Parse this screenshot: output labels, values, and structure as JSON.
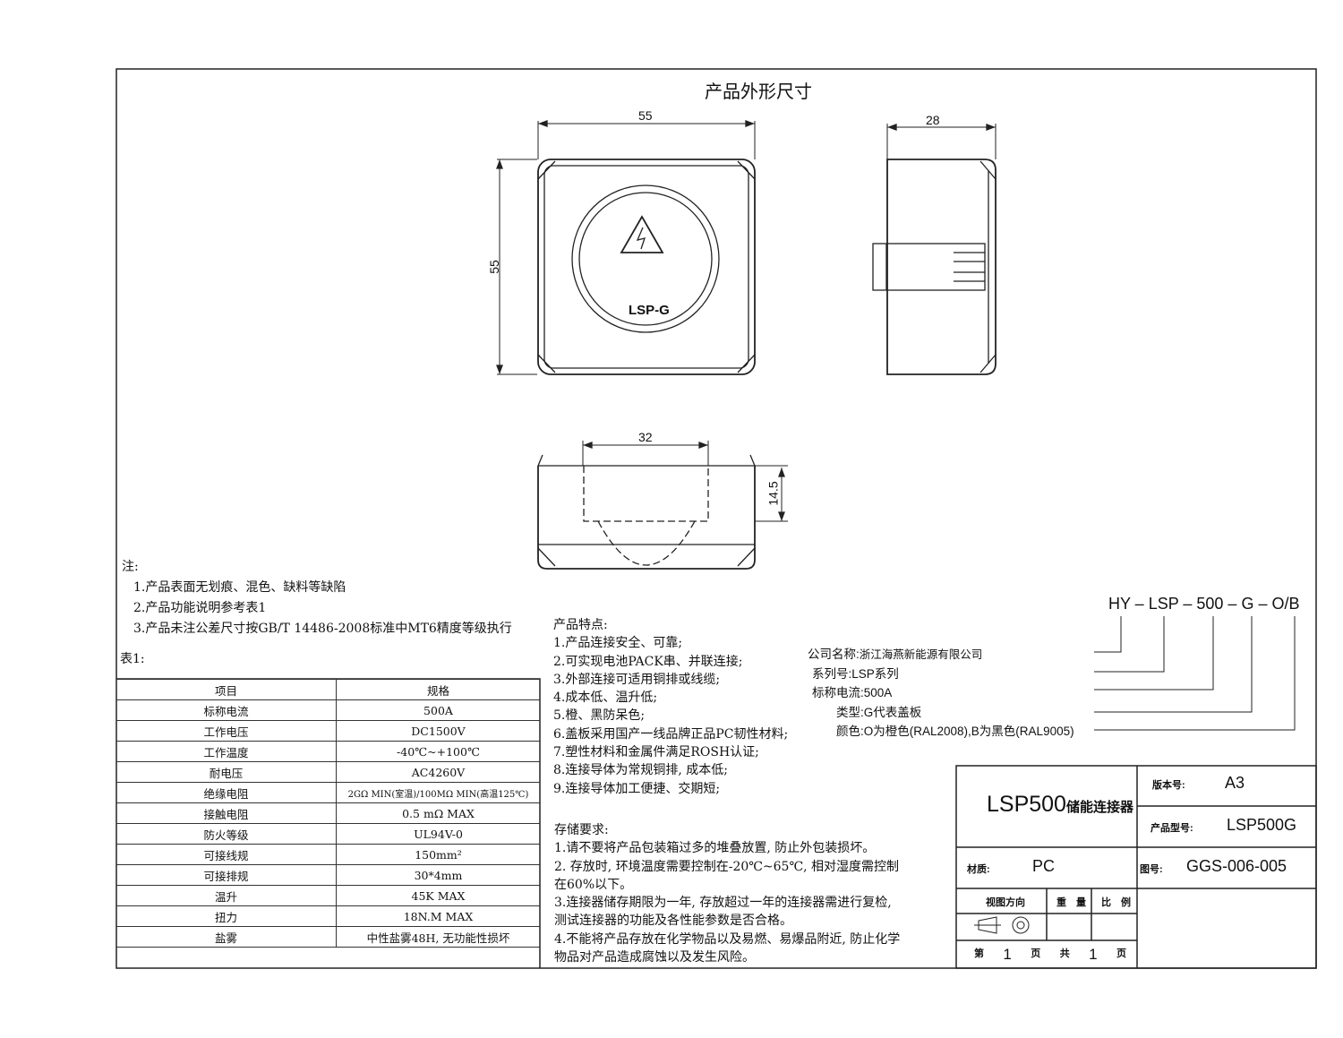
{
  "title": "产品外形尺寸",
  "drawing": {
    "front": {
      "width_dim": "55",
      "height_dim": "55",
      "logo_text": "LSP-G",
      "icon": "high-voltage-warning-icon"
    },
    "side": {
      "depth_dim": "28"
    },
    "bottom": {
      "inner_dim": "32",
      "height_dim": "14.5"
    }
  },
  "notes": {
    "heading": "注:",
    "items": [
      "1.产品表面无划痕、混色、缺料等缺陷",
      "2.产品功能说明参考表1",
      "3.产品未注公差尺寸按GB/T 14486-2008标准中MT6精度等级执行"
    ]
  },
  "table_label": "表1:",
  "spec_table": {
    "headers": [
      "项目",
      "规格"
    ],
    "rows": [
      [
        "标称电流",
        "500A"
      ],
      [
        "工作电压",
        "DC1500V"
      ],
      [
        "工作温度",
        "-40℃~+100℃"
      ],
      [
        "耐电压",
        "AC4260V"
      ],
      [
        "绝缘电阻",
        "2GΩ MIN(室温)/100MΩ MIN(高温125℃)"
      ],
      [
        "接触电阻",
        "0.5 mΩ MAX"
      ],
      [
        "防火等级",
        "UL94V-0"
      ],
      [
        "可接线规",
        "150mm²"
      ],
      [
        "可接排规",
        "30*4mm"
      ],
      [
        "温升",
        "45K MAX"
      ],
      [
        "扭力",
        "18N.M MAX"
      ],
      [
        "盐雾",
        "中性盐雾48H, 无功能性损坏"
      ]
    ]
  },
  "features": {
    "heading": "产品特点:",
    "items": [
      "1.产品连接安全、可靠;",
      "2.可实现电池PACK串、并联连接;",
      "3.外部连接可适用铜排或线缆;",
      "4.成本低、温升低;",
      "5.橙、黑防呆色;",
      "6.盖板采用国产一线品牌正品PC韧性材料;",
      "7.塑性材料和金属件满足ROSH认证;",
      "8.连接导体为常规铜排, 成本低;",
      "9.连接导体加工便捷、交期短;"
    ]
  },
  "storage": {
    "heading": "存储要求:",
    "items": [
      "1.请不要将产品包装箱过多的堆叠放置, 防止外包装损坏。",
      "2.  存放时, 环境温度需要控制在-20℃~65℃, 相对湿度需控制",
      "在60%以下。",
      "3.连接器储存期限为一年, 存放超过一年的连接器需进行复检,",
      "测试连接器的功能及各性能参数是否合格。",
      "4.不能将产品存放在化学物品以及易燃、易爆品附近, 防止化学",
      "物品对产品造成腐蚀以及发生风险。"
    ]
  },
  "model_code": {
    "code": "HY – LSP – 500 – G –  O/B",
    "legend": [
      {
        "label": "公司名称:",
        "value": "浙江海燕新能源有限公司"
      },
      {
        "label": "系列号:",
        "value": "LSP系列"
      },
      {
        "label": "标称电流:",
        "value": "500A"
      },
      {
        "label": "类型:",
        "value": "G代表盖板"
      },
      {
        "label": "颜色:",
        "value": "O为橙色(RAL2008),B为黑色(RAL9005)"
      }
    ]
  },
  "title_block": {
    "product_name": "LSP500",
    "product_name_cn": "储能连接器",
    "version_label": "版本号:",
    "version": "A3",
    "model_label": "产品型号:",
    "model": "LSP500G",
    "material_label": "材质:",
    "material": "PC",
    "drawing_no_label": "图号:",
    "drawing_no": "GGS-006-005",
    "view_dir": "视图方向",
    "weight": "重　量",
    "scale": "比　例",
    "page_label": "第",
    "page": "1",
    "page_unit": "页",
    "total_label": "共",
    "total": "1",
    "total_unit": "页"
  }
}
